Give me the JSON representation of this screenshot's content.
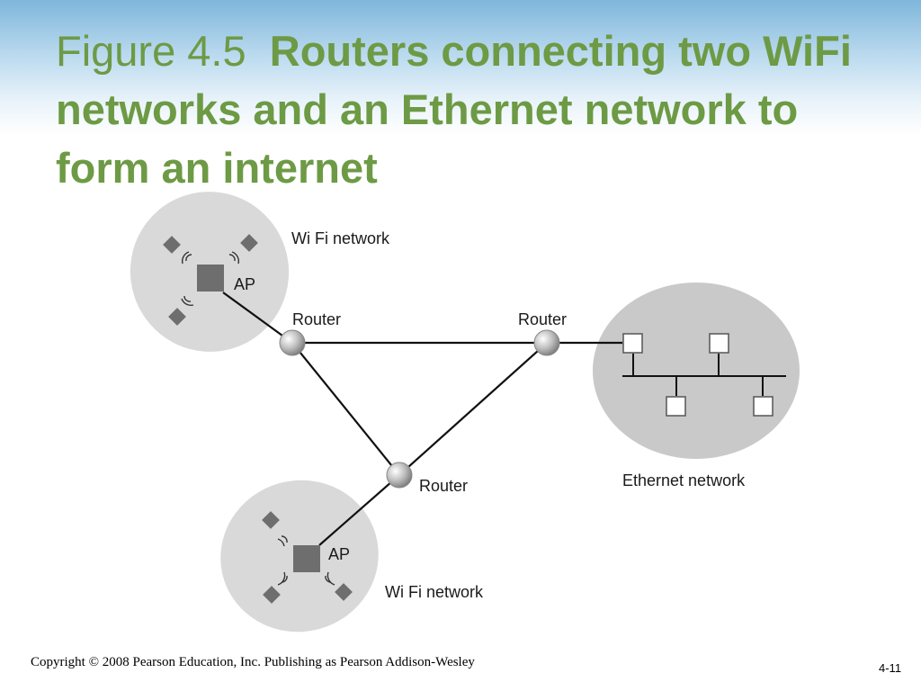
{
  "slide": {
    "figure_label": "Figure 4.5",
    "figure_caption": "Routers connecting two WiFi networks and an Ethernet network to form an internet",
    "copyright": "Copyright © 2008 Pearson Education, Inc. Publishing as Pearson Addison-Wesley",
    "page_number": "4-11"
  },
  "diagram": {
    "labels": {
      "wifi_top": "Wi Fi network",
      "ap_top": "AP",
      "router_left": "Router",
      "router_right": "Router",
      "router_bottom": "Router",
      "ethernet": "Ethernet network",
      "ap_bottom": "AP",
      "wifi_bottom": "Wi Fi network"
    },
    "colors": {
      "network_cloud": "#d9d9d9",
      "ethernet_cloud": "#c9c9c9",
      "device": "#6e6e6e",
      "link": "#111111",
      "title": "#6d9a44"
    }
  }
}
